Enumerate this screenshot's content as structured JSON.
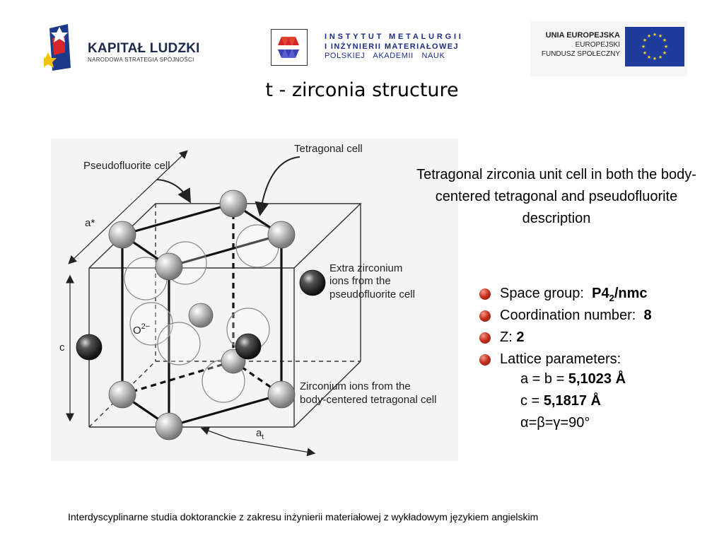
{
  "header": {
    "kapital": {
      "title": "KAPITAŁ LUDZKI",
      "subtitle": "NARODOWA STRATEGIA SPÓJNOŚCI"
    },
    "institute": {
      "line1": "INSTYTUT METALURGII",
      "line2": "I INŻYNIERII MATERIAŁOWEJ",
      "line3": "POLSKIEJ AKADEMII NAUK"
    },
    "eu": {
      "line1": "UNIA EUROPEJSKA",
      "line2": "EUROPEJSKI",
      "line3": "FUNDUSZ SPOŁECZNY"
    }
  },
  "slide": {
    "title": "t - zirconia structure",
    "caption": "Tetragonal zirconia unit cell in both the body-centered tetragonal and pseudofluorite description"
  },
  "diagram": {
    "label_tetragonal": "Tetragonal cell",
    "label_pseudofluorite": "Pseudofluorite cell",
    "label_a_star": "a*",
    "label_c": "c",
    "label_o": "O",
    "label_o_charge": "2−",
    "label_at": "a",
    "label_at_sub": "t",
    "label_extra_1": "Extra zirconium",
    "label_extra_2": "ions from the",
    "label_extra_3": "pseudofluorite cell",
    "label_zr_1": "Zirconium ions from the",
    "label_zr_2": "body-centered tetragonal cell"
  },
  "properties": {
    "space_group_label": "Space group:",
    "space_group_value_main": "P4",
    "space_group_value_sub": "2",
    "space_group_value_tail": "/nmc",
    "coord_label": "Coordination number:",
    "coord_value": "8",
    "z_label": "Z:",
    "z_value": "2",
    "lattice_label": "Lattice parameters:",
    "ab_label": "a = b =",
    "ab_value": "5,1023 Å",
    "c_label": "c =",
    "c_value": "5,1817 Å",
    "angles": "α=β=γ=90°"
  },
  "footer": {
    "text": "Interdyscyplinarne studia doktoranckie z zakresu inżynierii materiałowej z wykładowym językiem angielskim"
  }
}
